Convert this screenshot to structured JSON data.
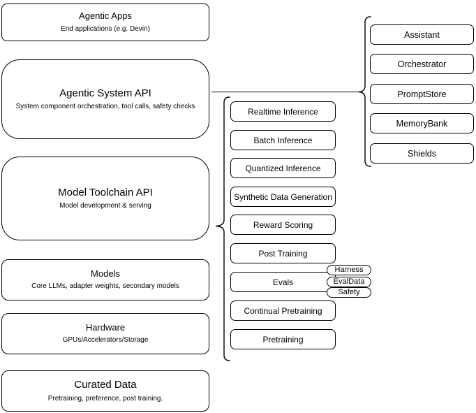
{
  "diagram": {
    "left_column": [
      {
        "title": "Agentic Apps",
        "subtitle": "End applications (e.g. Devin)"
      },
      {
        "title": "Agentic System API",
        "subtitle": "System component orchestration, tool calls, safety checks"
      },
      {
        "title": "Model Toolchain API",
        "subtitle": "Model development & serving"
      },
      {
        "title": "Models",
        "subtitle": "Core LLMs, adapter weights, secondary models"
      },
      {
        "title": "Hardware",
        "subtitle": "GPUs/Accelerators/Storage"
      },
      {
        "title": "Curated Data",
        "subtitle": "Pretraining, preference, post training."
      }
    ],
    "toolchain_items": [
      "Realtime Inference",
      "Batch Inference",
      "Quantized Inference",
      "Synthetic Data Generation",
      "Reward Scoring",
      "Post Training",
      "Evals",
      "Continual Pretraining",
      "Pretraining"
    ],
    "evals_tags": [
      "Harness",
      "EvalData",
      "Safety"
    ],
    "agentic_components": [
      "Assistant",
      "Orchestrator",
      "PromptStore",
      "MemoryBank",
      "Shields"
    ],
    "colors": {
      "border": "#000000",
      "background": "#ffffff",
      "connector_line": "#666666"
    }
  }
}
